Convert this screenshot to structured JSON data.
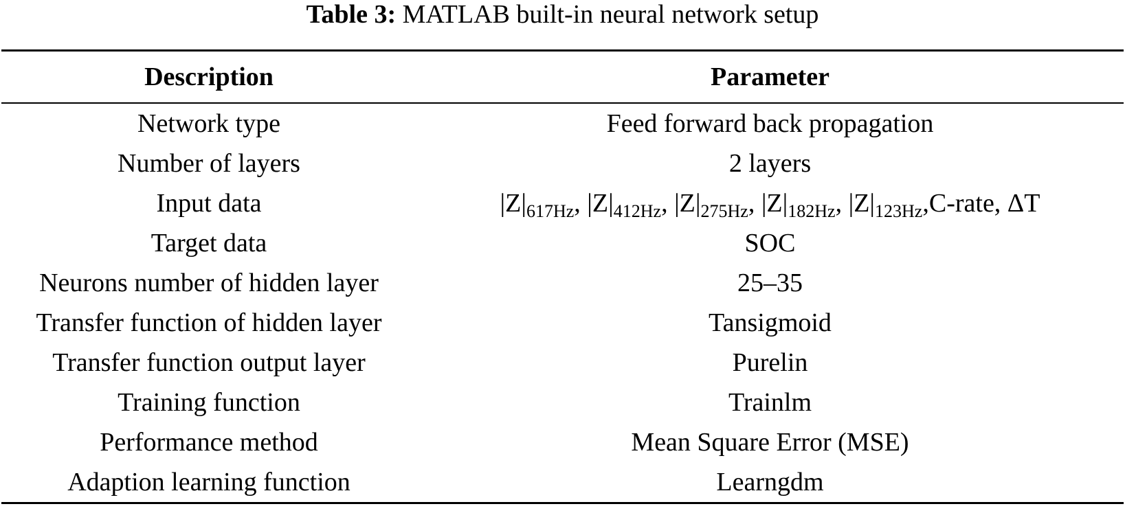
{
  "caption": {
    "label": "Table 3:",
    "text": "MATLAB built-in neural network setup"
  },
  "table": {
    "headers": [
      "Description",
      "Parameter"
    ],
    "rows": [
      {
        "description": "Network type",
        "parameter": "Feed forward back propagation"
      },
      {
        "description": "Number of layers",
        "parameter": "2 layers"
      },
      {
        "description": "Input data",
        "parameter": "|Z|617Hz, |Z|412Hz, |Z|275Hz, |Z|182Hz, |Z|123Hz,C-rate, ΔT"
      },
      {
        "description": "Target data",
        "parameter": "SOC"
      },
      {
        "description": "Neurons number of hidden layer",
        "parameter": "25–35"
      },
      {
        "description": "Transfer function of hidden layer",
        "parameter": "Tansigmoid"
      },
      {
        "description": "Transfer function output layer",
        "parameter": "Purelin"
      },
      {
        "description": "Training function",
        "parameter": "Trainlm"
      },
      {
        "description": "Performance method",
        "parameter": "Mean Square Error (MSE)"
      },
      {
        "description": "Adaption learning function",
        "parameter": "Learngdm"
      }
    ],
    "input_terms": [
      {
        "symbol": "|Z|",
        "sub": "617Hz",
        "sep": ", "
      },
      {
        "symbol": "|Z|",
        "sub": "412Hz",
        "sep": ", "
      },
      {
        "symbol": "|Z|",
        "sub": "275Hz",
        "sep": ", "
      },
      {
        "symbol": "|Z|",
        "sub": "182Hz",
        "sep": ", "
      },
      {
        "symbol": "|Z|",
        "sub": "123Hz",
        "sep": ","
      }
    ],
    "input_tail": "C-rate, ΔT"
  }
}
